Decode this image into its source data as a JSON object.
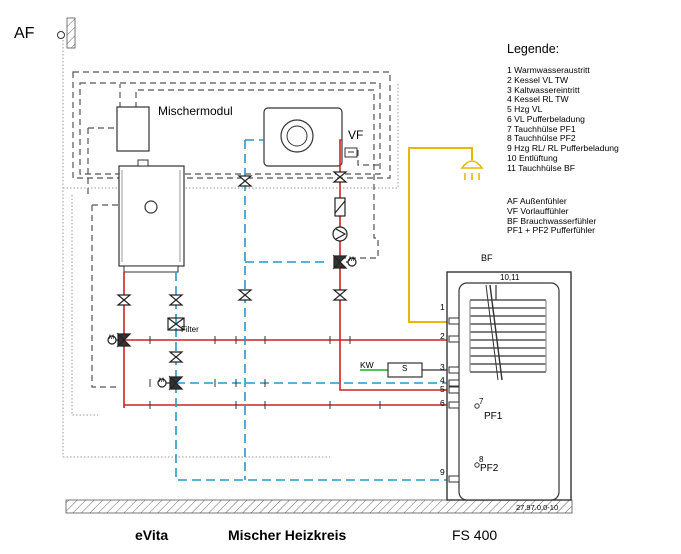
{
  "labels": {
    "af": "AF",
    "mischermodul": "Mischermodul",
    "vf": "VF",
    "bf": "BF",
    "filter": "Filter",
    "kw": "KW",
    "s": "S",
    "pf1": "PF1",
    "pf2": "PF2",
    "port_10_11": "10,11",
    "port_7": "7",
    "port_8": "8",
    "m_symbol": "M"
  },
  "ports": [
    "1",
    "2",
    "3",
    "4",
    "5",
    "6",
    "9"
  ],
  "legend": {
    "title": "Legende:",
    "items": [
      "1  Warmwasseraustritt",
      "2  Kessel  VL  TW",
      "3  Kaltwassereintritt",
      " 4  Kessel RL TW",
      "5  Hzg VL",
      "6  VL Pufferbeladung",
      "7  Tauchhülse PF1",
      "8  Tauchhülse PF2",
      "9  Hzg  RL/ RL Pufferbeladung",
      "10  Entlüftung",
      "11 Tauchhülse BF"
    ],
    "abbreviations": [
      "AF  Außenfühler",
      "VF  Vorlauffühler",
      "BF  Brauchwasserfühler",
      "PF1 + PF2  Pufferfühler"
    ]
  },
  "captions": {
    "device": "eVita",
    "circuit": "Mischer Heizkreis",
    "tank": "FS 400"
  },
  "document_number": "27.97.0.0-10",
  "colors": {
    "supply": "#cc2222",
    "return": "#2299cc",
    "hot_water": "#e8b800",
    "cold_water": "#22aa22",
    "signal": "#666666"
  }
}
